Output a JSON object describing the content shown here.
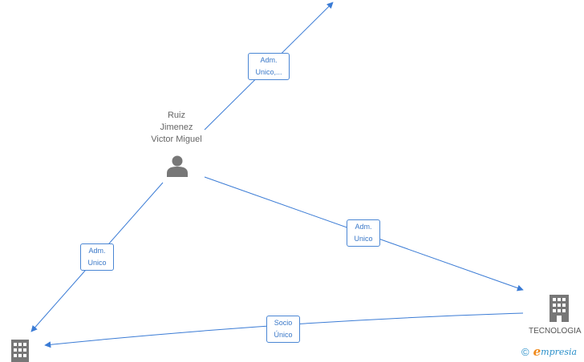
{
  "diagram": {
    "nodes": {
      "person": {
        "name_lines": [
          "Ruiz",
          "Jimenez",
          "Victor Miguel"
        ],
        "icon": "person-icon"
      },
      "company_right": {
        "label": "TECNOLOGIA",
        "icon": "building-icon"
      },
      "company_bottom_left": {
        "label": "",
        "icon": "building-icon"
      }
    },
    "edges": {
      "person_to_top": {
        "label_lines": [
          "Adm.",
          "Unico,..."
        ]
      },
      "person_to_right": {
        "label_lines": [
          "Adm.",
          "Unico"
        ]
      },
      "person_to_bottom_left": {
        "label_lines": [
          "Adm.",
          "Unico"
        ]
      },
      "right_to_bottom_left": {
        "label_lines": [
          "Socio",
          "Único"
        ]
      }
    },
    "colors": {
      "edge": "#3a7bd5",
      "label_border": "#4a86d4",
      "node_icon": "#777777",
      "brand_blue": "#2a8fc9",
      "brand_orange": "#f08a1c"
    }
  },
  "footer": {
    "copyright_symbol": "©",
    "brand_initial": "e",
    "brand_rest": "mpresia"
  }
}
